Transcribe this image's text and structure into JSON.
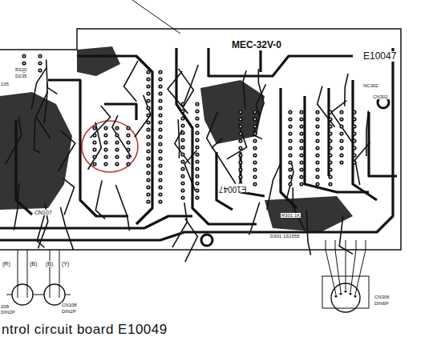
{
  "diagram": {
    "caption": "ntrol circuit board E10049",
    "labels": [
      "MEC-32V-0",
      "E10047",
      "E10047",
      "CN107",
      "(R)",
      "(B)",
      "(B)",
      "(Y)",
      "208",
      "DIN2P",
      "CN108",
      "DIN2P",
      "CN306",
      "DIN6P",
      "NC302",
      "CN302",
      "R301 1K",
      "D301 1S1555",
      "135",
      "R320",
      "D235"
    ]
  }
}
